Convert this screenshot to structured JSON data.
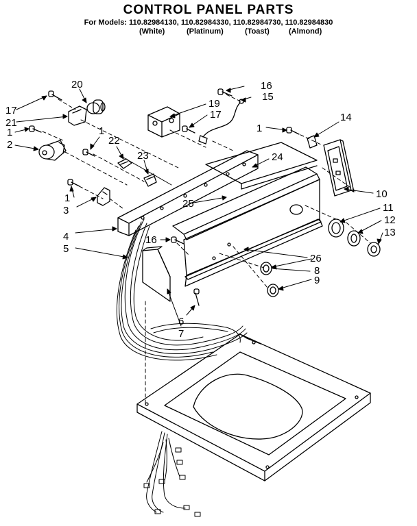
{
  "header": {
    "title": "CONTROL PANEL PARTS",
    "models_line": "For Models: 110.82984130, 110.82984330, 110.82984730, 110.82984830",
    "colors": [
      "(White)",
      "(Platinum)",
      "(Toast)",
      "(Almond)"
    ]
  },
  "callouts": [
    "1",
    "2",
    "3",
    "4",
    "5",
    "6",
    "7",
    "8",
    "9",
    "10",
    "11",
    "12",
    "13",
    "14",
    "15",
    "16",
    "17",
    "19",
    "20",
    "21",
    "22",
    "23",
    "24",
    "25",
    "26"
  ],
  "colors": {
    "ink": "#000000",
    "paper": "#ffffff"
  }
}
